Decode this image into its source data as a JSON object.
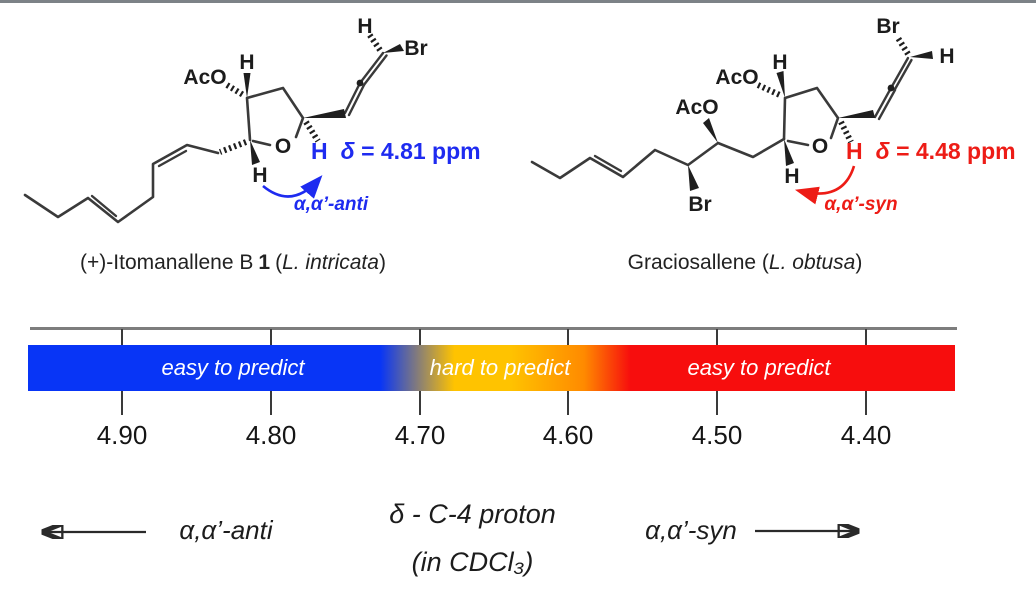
{
  "palette": {
    "annotation_blue": "#1e2bf0",
    "annotation_red": "#ed1c16",
    "bar_blue": "#0835f6",
    "bar_gold": "#ffc300",
    "bar_red": "#f70d0d",
    "bond_ink": "#3a3a3a",
    "axis_gray": "#7d7d7d"
  },
  "left": {
    "atoms": {
      "aco": "AcO",
      "h_top": "H",
      "h_ring": "H",
      "o": "O",
      "h_allene": "H",
      "br": "Br"
    },
    "proton": "H",
    "delta_symbol": "δ",
    "delta_value": "= 4.81 ppm",
    "arrow_label": "α,α’-anti",
    "caption": {
      "prefix": "(+)-Itomanallene B",
      "number": "1",
      "open": "(",
      "species": "L. intricata",
      "close": ")"
    }
  },
  "right": {
    "atoms": {
      "aco_top": "AcO",
      "aco_side": "AcO",
      "h_top": "H",
      "h_ring": "H",
      "o": "O",
      "br_side": "Br",
      "br_allene": "Br",
      "h_allene": "H"
    },
    "proton": "H",
    "delta_symbol": "δ",
    "delta_value": "= 4.48 ppm",
    "arrow_label": "α,α’-syn",
    "caption": {
      "prefix": "Graciosallene",
      "open": "(",
      "species": "L. obtusa",
      "close": ")"
    }
  },
  "scale": {
    "segments": [
      {
        "label": "easy to predict",
        "color": "#0835f6"
      },
      {
        "label": "hard to predict",
        "color": "#ffc300"
      },
      {
        "label": "easy to predict",
        "color": "#f70d0d"
      }
    ],
    "ticks": [
      "4.90",
      "4.80",
      "4.70",
      "4.60",
      "4.50",
      "4.40"
    ],
    "left_direction_label": "α,α’-anti",
    "right_direction_label": "α,α’-syn",
    "axis_title_line1": "δ - C-4 proton",
    "axis_title_line2": "(in CDCl₃)"
  },
  "chart_data": {
    "type": "scale",
    "title": "δ - C-4 proton (in CDCl₃)",
    "axis_ticks_ppm": [
      4.9,
      4.8,
      4.7,
      4.6,
      4.5,
      4.4
    ],
    "axis_direction": "decreasing left to right",
    "zones": [
      {
        "label": "easy to predict",
        "color": "#0835f6",
        "approx_range_ppm": [
          4.96,
          4.72
        ],
        "assignment": "α,α’-anti"
      },
      {
        "label": "hard to predict",
        "color": "#ffc300",
        "approx_range_ppm": [
          4.72,
          4.57
        ]
      },
      {
        "label": "easy to predict",
        "color": "#f70d0d",
        "approx_range_ppm": [
          4.57,
          4.33
        ],
        "assignment": "α,α’-syn"
      }
    ],
    "points": [
      {
        "compound": "(+)-Itomanallene B 1 (L. intricata)",
        "delta_ppm": 4.81,
        "relationship": "α,α’-anti"
      },
      {
        "compound": "Graciosallene (L. obtusa)",
        "delta_ppm": 4.48,
        "relationship": "α,α’-syn"
      }
    ]
  }
}
